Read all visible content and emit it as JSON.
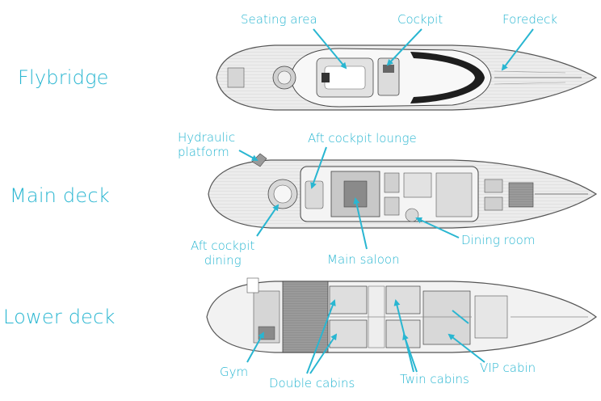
{
  "colors": {
    "accent": "#29b6d1",
    "hull_line": "#555555",
    "deck_fill": "#ececec",
    "interior_fill": "#d8d8d8"
  },
  "decks": [
    {
      "title": "Flybridge"
    },
    {
      "title": "Main deck"
    },
    {
      "title": "Lower deck"
    }
  ],
  "labels": {
    "seating_area": "Seating area",
    "cockpit": "Cockpit",
    "foredeck": "Foredeck",
    "hydraulic_platform_1": "Hydraulic",
    "hydraulic_platform_2": "platform",
    "aft_cockpit_lounge": "Aft cockpit lounge",
    "aft_cockpit_dining_1": "Aft cockpit",
    "aft_cockpit_dining_2": "dining",
    "main_saloon": "Main saloon",
    "dining_room": "Dining room",
    "gym": "Gym",
    "double_cabins": "Double cabins",
    "twin_cabins": "Twin cabins",
    "vip_cabin": "VIP cabin"
  }
}
